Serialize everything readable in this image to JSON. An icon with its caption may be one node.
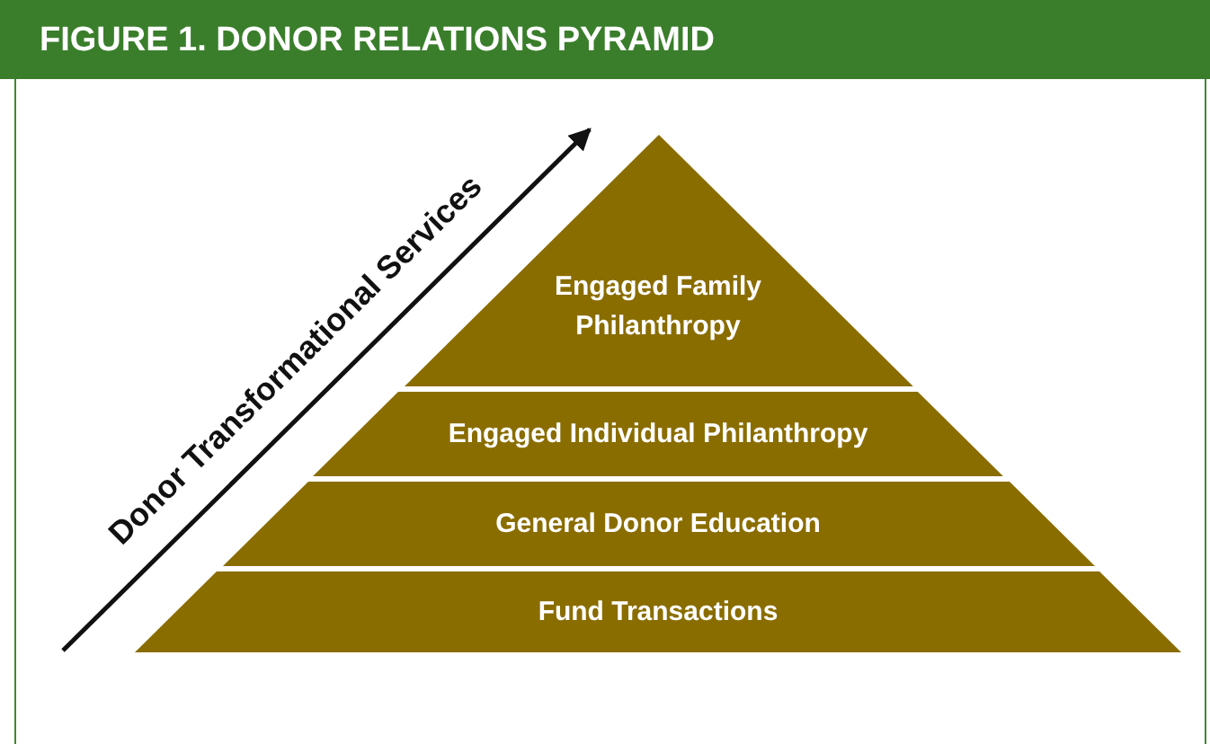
{
  "diagram": {
    "title": "FIGURE 1. DONOR RELATIONS PYRAMID",
    "nodes": [
      {
        "text": [
          "Engaged Family Philanthropy"
        ]
      },
      {
        "text": [
          "Engaged Individual Philanthropy"
        ]
      },
      {
        "text": [
          "General Donor Education"
        ]
      },
      {
        "text": [
          "Fund Transactions"
        ]
      }
    ],
    "labels": [
      "Donor Transformational Services"
    ]
  }
}
